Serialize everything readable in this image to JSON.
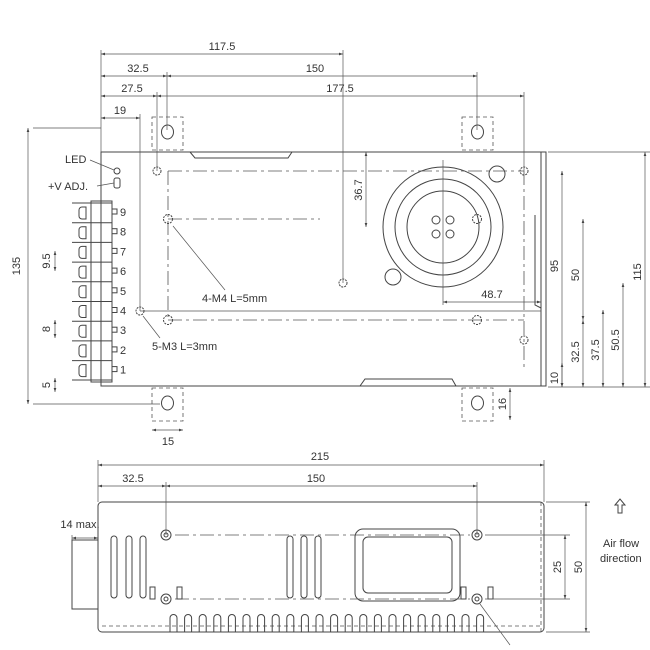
{
  "top_view": {
    "dims": {
      "d117_5": "117.5",
      "d32_5": "32.5",
      "d150": "150",
      "d27_5": "27.5",
      "d177_5": "177.5",
      "d19": "19",
      "d135": "135",
      "d9_5": "9.5",
      "d8": "8",
      "d5": "5",
      "d36_7": "36.7",
      "d48_7": "48.7",
      "d95": "95",
      "d50": "50",
      "d115": "115",
      "d32_5b": "32.5",
      "d37_5": "37.5",
      "d50_5": "50.5",
      "d10": "10",
      "d16": "16",
      "d15": "15"
    },
    "labels": {
      "led": "LED",
      "vadj": "+V ADJ.",
      "m4": "4-M4 L=5mm",
      "m3": "5-M3 L=3mm"
    },
    "terminals": [
      "9",
      "8",
      "7",
      "6",
      "5",
      "4",
      "3",
      "2",
      "1"
    ]
  },
  "side_view": {
    "dims": {
      "d215": "215",
      "d32_5": "32.5",
      "d150": "150",
      "d14max": "14 max.",
      "d25": "25",
      "d50": "50"
    },
    "airflow": [
      "Air flow",
      "direction"
    ]
  }
}
